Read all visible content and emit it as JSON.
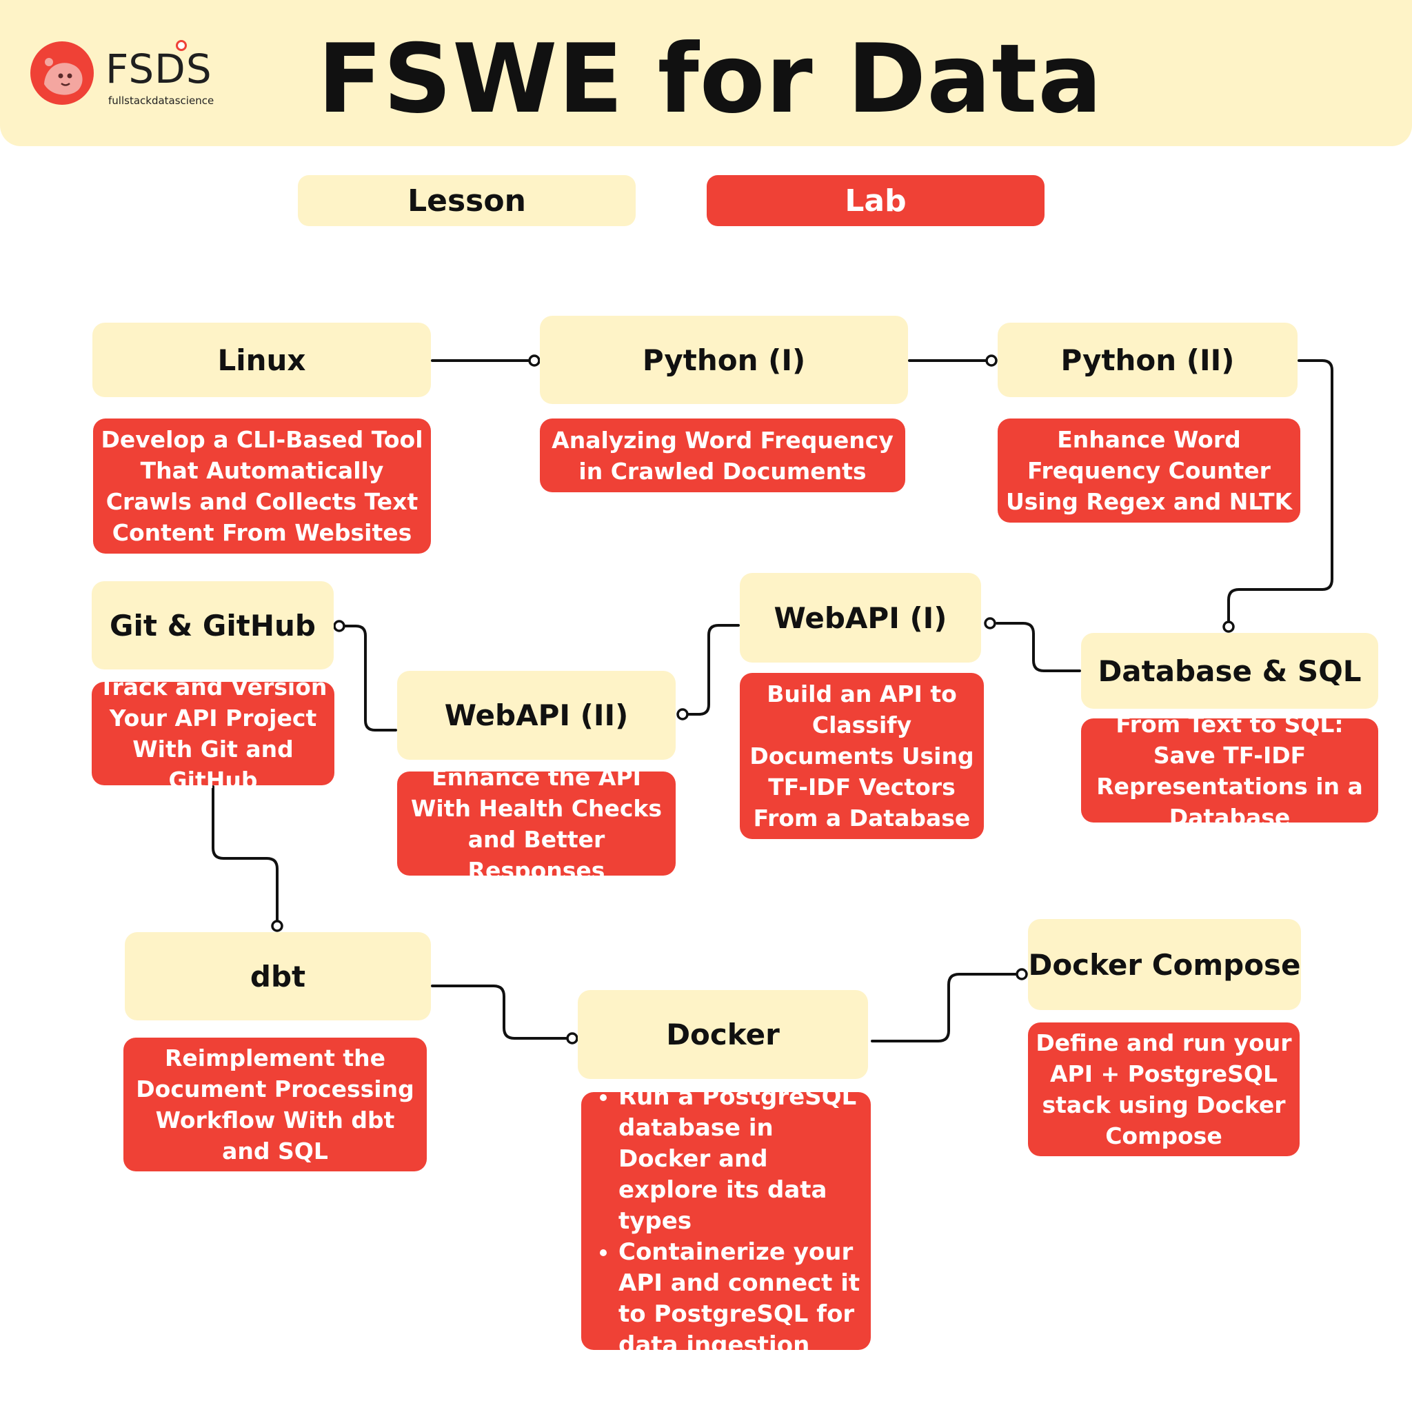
{
  "header": {
    "brand_name": "FSDS",
    "brand_sub": "fullstackdatascience",
    "title": "FSWE for Data"
  },
  "legend": {
    "lesson": "Lesson",
    "lab": "Lab"
  },
  "colors": {
    "lesson": "#fef3c7",
    "lab": "#ef4136",
    "connector": "#111111"
  },
  "modules": {
    "linux": {
      "title": "Linux",
      "lab": "Develop a CLI-Based Tool That Automatically Crawls and Collects Text Content From Websites"
    },
    "python1": {
      "title": "Python (I)",
      "lab": "Analyzing Word Frequency in Crawled Documents"
    },
    "python2": {
      "title": "Python (II)",
      "lab": "Enhance Word Frequency Counter Using Regex and NLTK"
    },
    "database": {
      "title": "Database & SQL",
      "lab": "From Text to SQL: Save TF-IDF Representations in a Database"
    },
    "webapi1": {
      "title": "WebAPI (I)",
      "lab": "Build an API to Classify Documents Using TF-IDF Vectors From a Database"
    },
    "webapi2": {
      "title": "WebAPI (II)",
      "lab": "Enhance the API With Health Checks and Better Responses"
    },
    "git": {
      "title": "Git & GitHub",
      "lab": "Track and Version Your API Project With Git and GitHub"
    },
    "dbt": {
      "title": "dbt",
      "lab": "Reimplement the Document Processing Workflow With dbt and SQL"
    },
    "docker": {
      "title": "Docker",
      "lab_items": [
        "Run a PostgreSQL database in Docker and explore its data types",
        "Containerize your API and connect it to PostgreSQL for data ingestion"
      ]
    },
    "compose": {
      "title": "Docker Compose",
      "lab": "Define and run your API + PostgreSQL stack using Docker Compose"
    }
  }
}
